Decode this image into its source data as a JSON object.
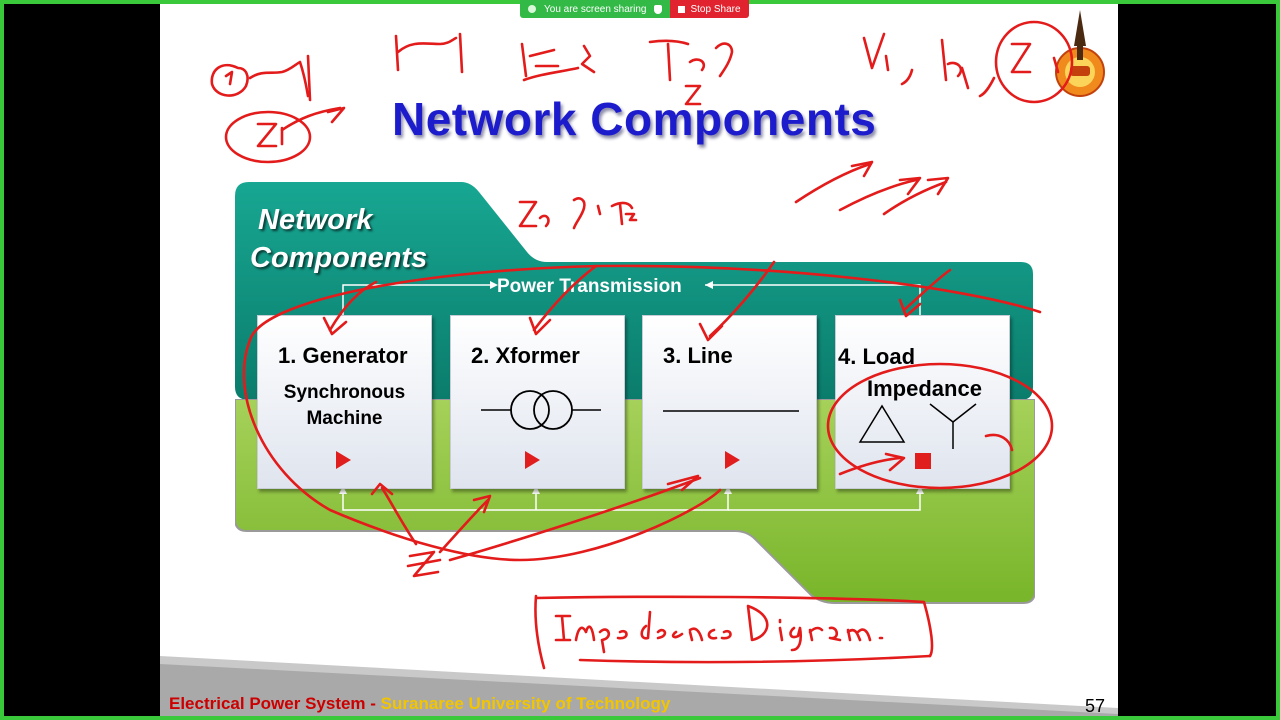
{
  "share_bar": {
    "status_text": "You are screen sharing",
    "stop_label": "Stop Share",
    "status_color": "#32b946",
    "stop_color": "#e0232e"
  },
  "slide": {
    "title": "Network Components",
    "section_label_line1": "Network",
    "section_label_line2": "Components",
    "flow_label": "Power Transmission",
    "cards": [
      {
        "title": "1. Generator",
        "subtitle_line1": "Synchronous",
        "subtitle_line2": "Machine",
        "icon": "play-icon"
      },
      {
        "title": "2. Xformer",
        "icon": "play-icon"
      },
      {
        "title": "3. Line",
        "icon": "play-icon"
      },
      {
        "title": "4. Load",
        "subtitle_line1": "Impedance",
        "icon": "stop-icon"
      }
    ],
    "footer_course": "Electrical Power System",
    "footer_separator": " - ",
    "footer_university": "Suranaree University of Technology",
    "page_number": "57"
  },
  "annotations": {
    "ink_color": "#e31b1b",
    "notes": [
      "Z₀  Z₁  Z₂",
      "V₁ , I₁ , Z₁",
      "Impedance Diagram."
    ]
  },
  "colors": {
    "title": "#1d1ccc",
    "teal_panel": "#0f9580",
    "green_panel": "#8cc43a",
    "footer_course": "#cc0000",
    "footer_university": "#f2c500"
  }
}
